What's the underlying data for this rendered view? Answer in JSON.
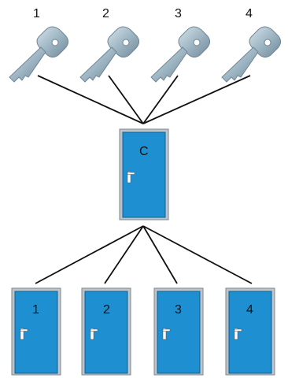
{
  "keys": [
    {
      "label": "1"
    },
    {
      "label": "2"
    },
    {
      "label": "3"
    },
    {
      "label": "4"
    }
  ],
  "central_door": {
    "label": "C"
  },
  "doors": [
    {
      "label": "1"
    },
    {
      "label": "2"
    },
    {
      "label": "3"
    },
    {
      "label": "4"
    }
  ],
  "colors": {
    "door_fill": "#1e8fd0",
    "door_frame": "#bcc4cc",
    "key_metal": "#9fb6c4",
    "key_shadow": "#6f8797",
    "line": "#111111"
  }
}
